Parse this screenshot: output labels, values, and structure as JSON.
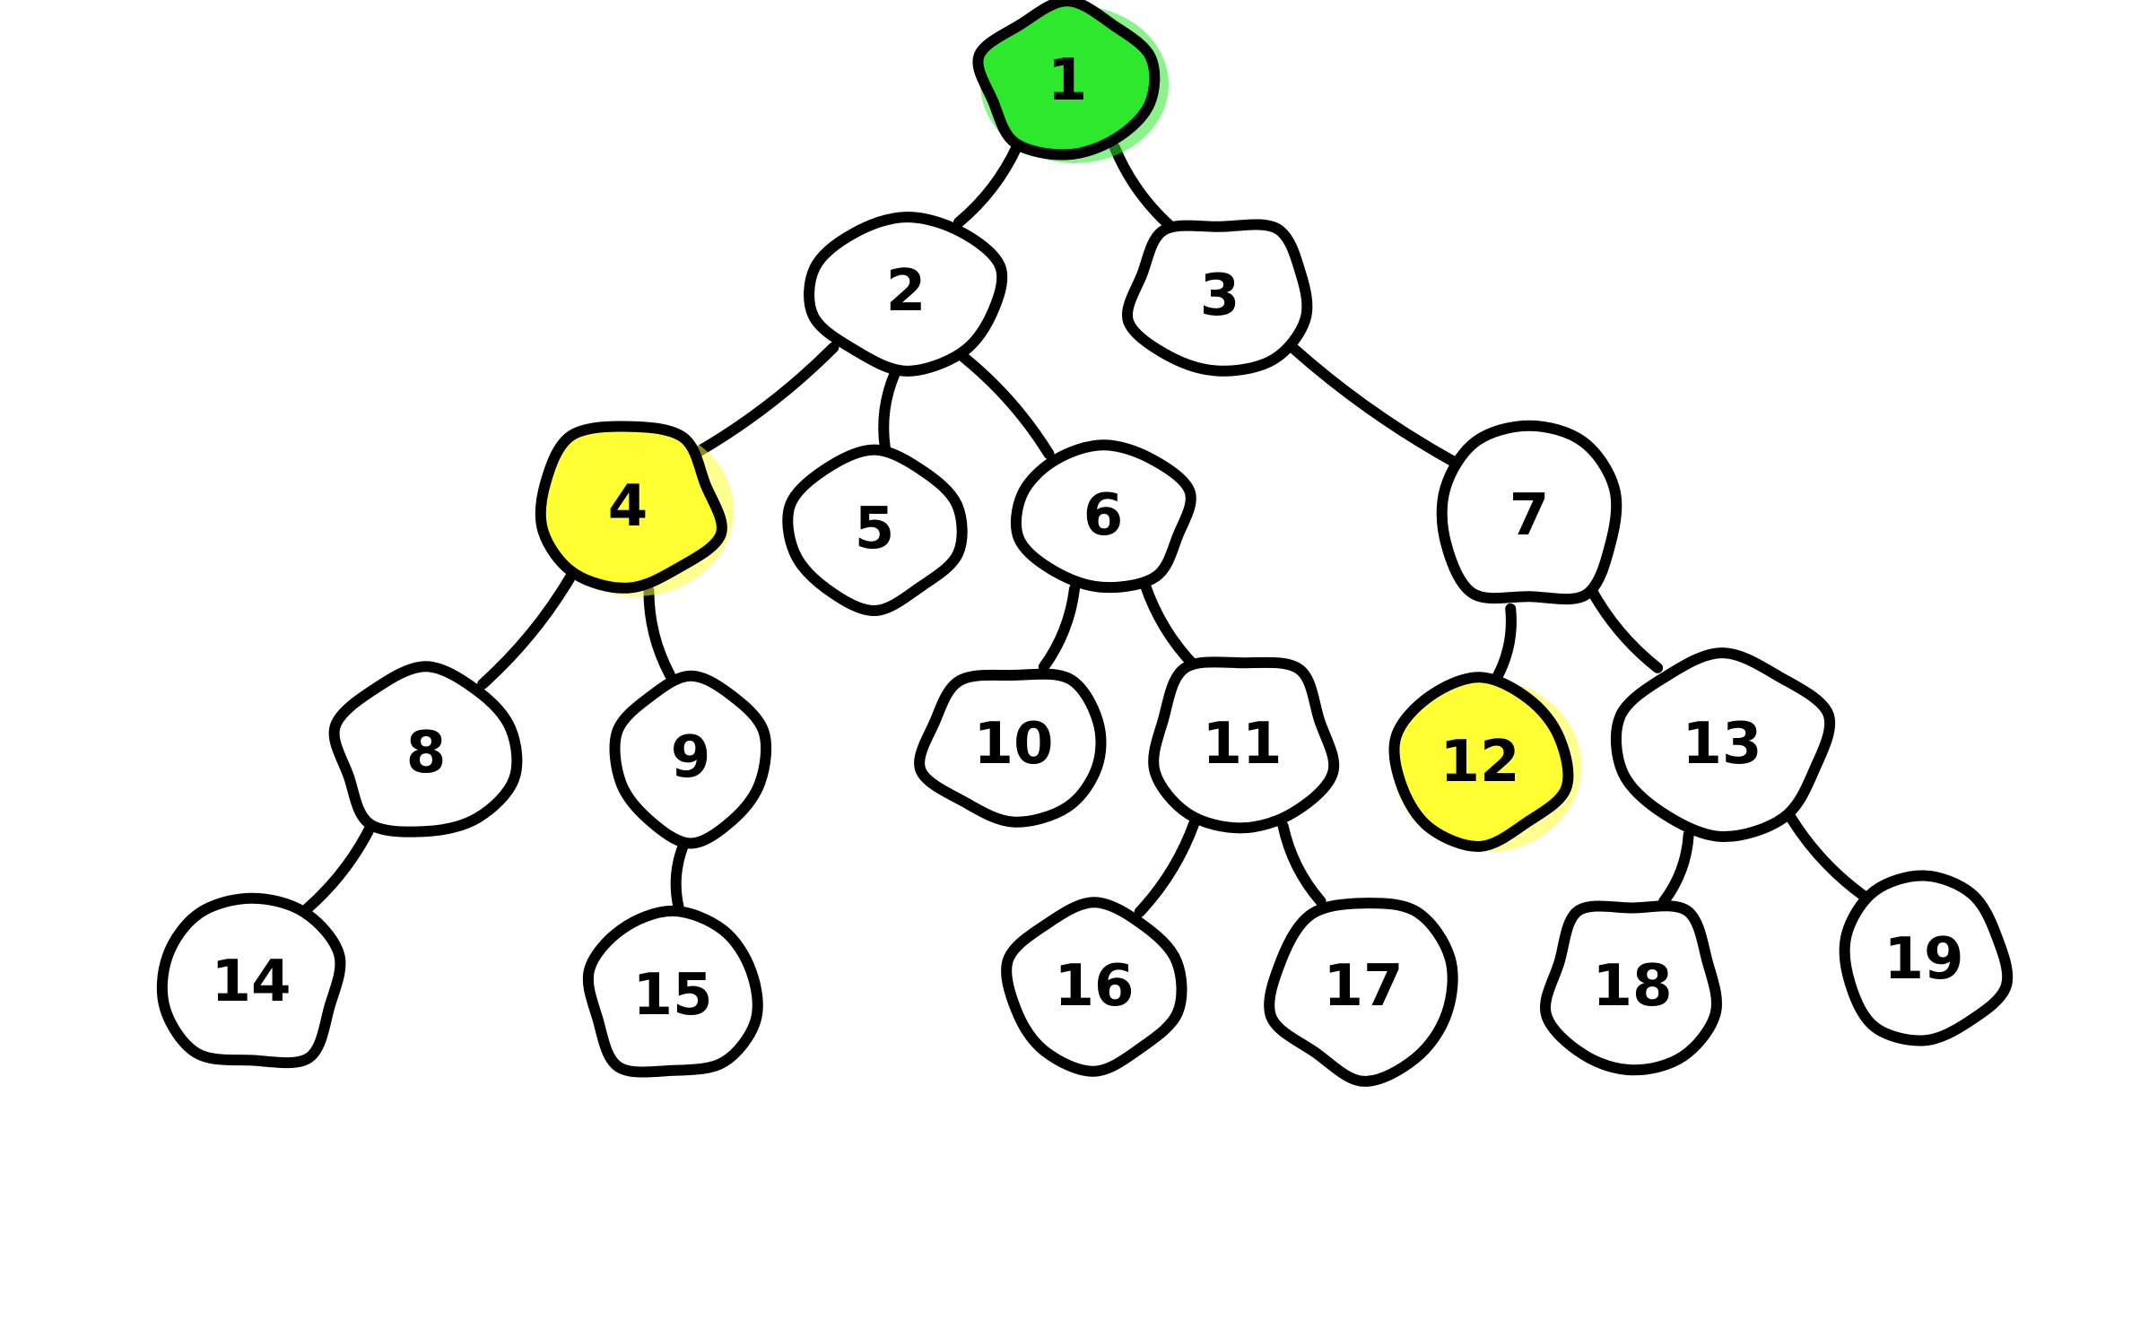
{
  "diagram": {
    "type": "binary-tree",
    "colors": {
      "root": "#2ee82e",
      "highlight": "#ffff33",
      "default": "#ffffff",
      "stroke": "#000000"
    },
    "nodes": [
      {
        "id": "1",
        "label": "1",
        "fill": "root"
      },
      {
        "id": "2",
        "label": "2",
        "fill": "default"
      },
      {
        "id": "3",
        "label": "3",
        "fill": "default"
      },
      {
        "id": "4",
        "label": "4",
        "fill": "highlight"
      },
      {
        "id": "5",
        "label": "5",
        "fill": "default"
      },
      {
        "id": "6",
        "label": "6",
        "fill": "default"
      },
      {
        "id": "7",
        "label": "7",
        "fill": "default"
      },
      {
        "id": "8",
        "label": "8",
        "fill": "default"
      },
      {
        "id": "9",
        "label": "9",
        "fill": "default"
      },
      {
        "id": "10",
        "label": "10",
        "fill": "default"
      },
      {
        "id": "11",
        "label": "11",
        "fill": "default"
      },
      {
        "id": "12",
        "label": "12",
        "fill": "highlight"
      },
      {
        "id": "13",
        "label": "13",
        "fill": "default"
      },
      {
        "id": "14",
        "label": "14",
        "fill": "default"
      },
      {
        "id": "15",
        "label": "15",
        "fill": "default"
      },
      {
        "id": "16",
        "label": "16",
        "fill": "default"
      },
      {
        "id": "17",
        "label": "17",
        "fill": "default"
      },
      {
        "id": "18",
        "label": "18",
        "fill": "default"
      },
      {
        "id": "19",
        "label": "19",
        "fill": "default"
      }
    ],
    "edges": [
      [
        "1",
        "2"
      ],
      [
        "1",
        "3"
      ],
      [
        "2",
        "4"
      ],
      [
        "2",
        "5"
      ],
      [
        "2",
        "6"
      ],
      [
        "3",
        "7"
      ],
      [
        "4",
        "8"
      ],
      [
        "4",
        "9"
      ],
      [
        "6",
        "10"
      ],
      [
        "6",
        "11"
      ],
      [
        "7",
        "12"
      ],
      [
        "7",
        "13"
      ],
      [
        "8",
        "14"
      ],
      [
        "9",
        "15"
      ],
      [
        "11",
        "16"
      ],
      [
        "11",
        "17"
      ],
      [
        "13",
        "18"
      ],
      [
        "13",
        "19"
      ]
    ]
  }
}
